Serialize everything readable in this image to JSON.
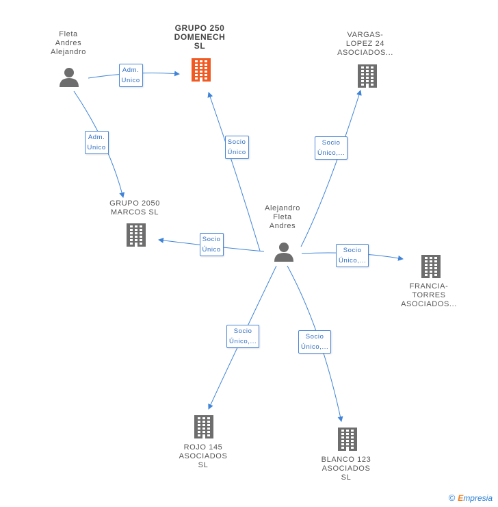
{
  "nodes": {
    "fleta_andres_alejandro": {
      "label": "Fleta\nAndres\nAlejandro",
      "type": "person"
    },
    "grupo_250_domenech": {
      "label": "GRUPO 250\nDOMENECH\nSL",
      "type": "company-main"
    },
    "vargas_lopez": {
      "label": "VARGAS-\nLOPEZ 24\nASOCIADOS...",
      "type": "company"
    },
    "grupo_2050_marcos": {
      "label": "GRUPO 2050\nMARCOS SL",
      "type": "company"
    },
    "alejandro_fleta_andres": {
      "label": "Alejandro\nFleta\nAndres",
      "type": "person"
    },
    "francia_torres": {
      "label": "FRANCIA-\nTORRES\nASOCIADOS...",
      "type": "company"
    },
    "rojo_145": {
      "label": "ROJO 145\nASOCIADOS\nSL",
      "type": "company"
    },
    "blanco_123": {
      "label": "BLANCO 123\nASOCIADOS\nSL",
      "type": "company"
    }
  },
  "edges": [
    {
      "from": "fleta_andres_alejandro",
      "to": "grupo_250_domenech",
      "label": "Adm.\nUnico"
    },
    {
      "from": "fleta_andres_alejandro",
      "to": "grupo_2050_marcos",
      "label": "Adm.\nUnico"
    },
    {
      "from": "alejandro_fleta_andres",
      "to": "grupo_250_domenech",
      "label": "Socio\nÚnico"
    },
    {
      "from": "alejandro_fleta_andres",
      "to": "vargas_lopez",
      "label": "Socio\nÚnico,..."
    },
    {
      "from": "alejandro_fleta_andres",
      "to": "grupo_2050_marcos",
      "label": "Socio\nÚnico"
    },
    {
      "from": "alejandro_fleta_andres",
      "to": "francia_torres",
      "label": "Socio\nÚnico,..."
    },
    {
      "from": "alejandro_fleta_andres",
      "to": "rojo_145",
      "label": "Socio\nÚnico,..."
    },
    {
      "from": "alejandro_fleta_andres",
      "to": "blanco_123",
      "label": "Socio\nÚnico,..."
    }
  ],
  "colors": {
    "edge": "#3f84d8",
    "company": "#6d6d6d",
    "company_main": "#f05a22",
    "person": "#6d6d6d"
  },
  "footer": {
    "copyright": "©",
    "brand_initial": "E",
    "brand_rest": "mpresia"
  }
}
